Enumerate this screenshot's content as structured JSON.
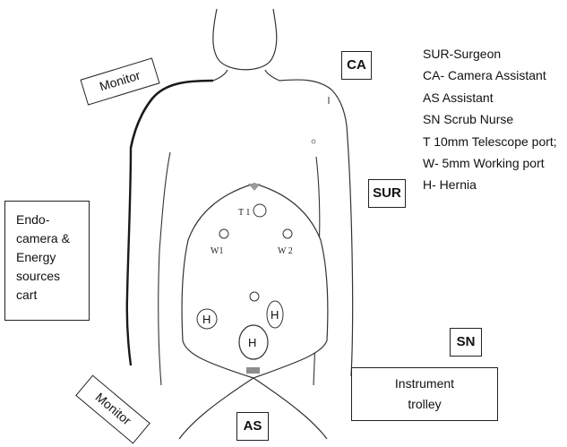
{
  "staff": {
    "camera_assistant": "CA",
    "surgeon": "SUR",
    "scrub_nurse": "SN",
    "assistant": "AS"
  },
  "equipment": {
    "monitor_top": "Monitor",
    "monitor_bottom": "Monitor",
    "cart_lines": [
      "Endo-",
      "camera &",
      "Energy",
      "sources",
      "cart"
    ],
    "trolley_lines": [
      "Instrument",
      "trolley"
    ]
  },
  "ports": {
    "telescope": "T 1",
    "working_left": "W1",
    "working_right": "W 2",
    "hernia": "H"
  },
  "legend": [
    "SUR-Surgeon",
    "CA- Camera Assistant",
    "AS Assistant",
    "SN Scrub Nurse",
    "T 10mm Telescope port;",
    "W- 5mm Working port",
    "H- Hernia"
  ],
  "colors": {
    "outline": "#333333",
    "arm_shading": "#1a1a1a",
    "umbilicus_marker": "#9a9a9a",
    "pubic_marker": "#8c8c8c"
  }
}
